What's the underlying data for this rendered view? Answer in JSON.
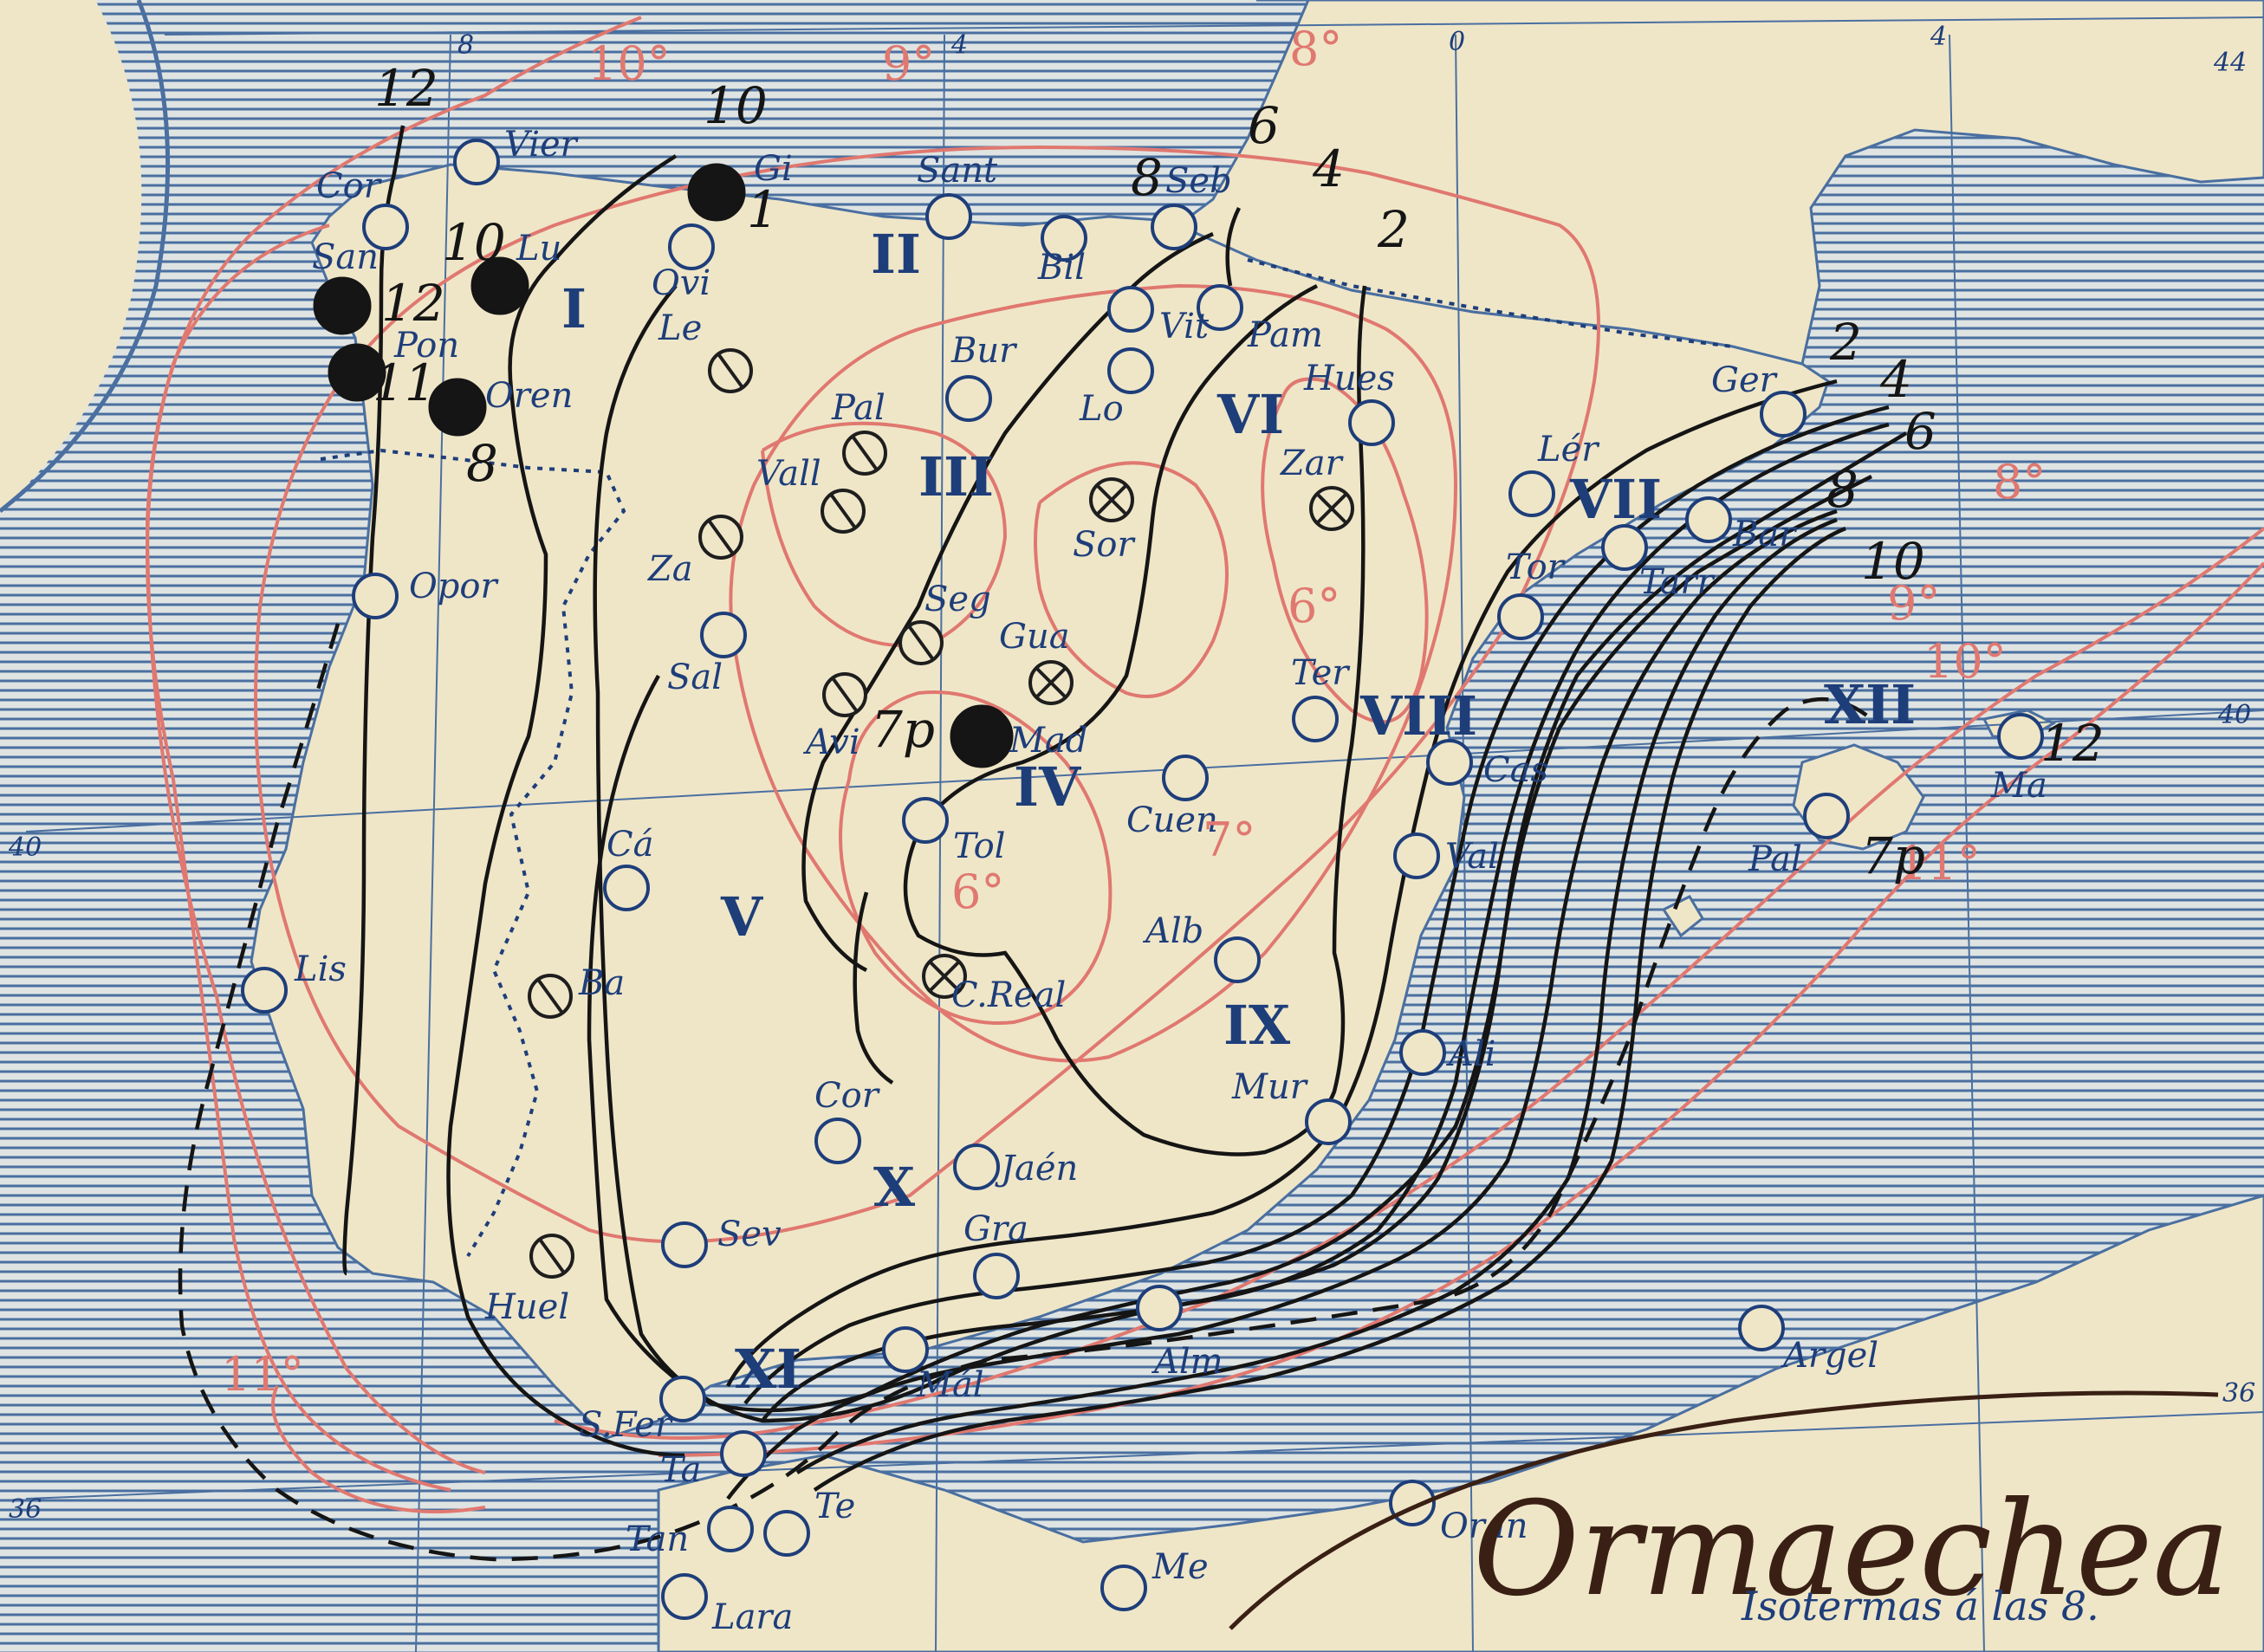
{
  "map": {
    "caption": "Isotermas á las 8.",
    "signature": "Ormaechea",
    "colors": {
      "sea_lines": "#4a6fa0",
      "land": "#efe6c8",
      "red_isotherm": "#e07870",
      "black_isotherm": "#151515",
      "station": "#1e3e7a"
    },
    "coordinates": {
      "top": [
        "8",
        "4",
        "0",
        "4",
        "44"
      ],
      "right": [
        "40",
        "36"
      ],
      "left": [
        "40",
        "36"
      ]
    },
    "regions": [
      "I",
      "II",
      "III",
      "IV",
      "V",
      "VI",
      "VII",
      "VIII",
      "IX",
      "X",
      "XI",
      "XII"
    ],
    "black_isotherm_labels": [
      "12",
      "10",
      "10",
      "12",
      "11",
      "8",
      "8",
      "6",
      "4",
      "2",
      "2",
      "4",
      "6",
      "8",
      "10",
      "12",
      "1",
      "7p",
      "7p"
    ],
    "red_isotherm_labels": [
      "10°",
      "9°",
      "8°",
      "6°",
      "6°",
      "7°",
      "9°",
      "10°",
      "11°",
      "11°",
      "8°"
    ],
    "stations": [
      {
        "name": "Cor",
        "symbol": "open"
      },
      {
        "name": "Vier",
        "symbol": "open"
      },
      {
        "name": "Gi",
        "symbol": "filled"
      },
      {
        "name": "Sant",
        "symbol": "open"
      },
      {
        "name": "Seb",
        "symbol": "open"
      },
      {
        "name": "San",
        "symbol": "filled"
      },
      {
        "name": "Lu",
        "symbol": "filled"
      },
      {
        "name": "Ovi",
        "symbol": "open"
      },
      {
        "name": "Bil",
        "symbol": "open"
      },
      {
        "name": "Vit",
        "symbol": "open"
      },
      {
        "name": "Pam",
        "symbol": "open"
      },
      {
        "name": "Pon",
        "symbol": "filled"
      },
      {
        "name": "Oren",
        "symbol": "filled"
      },
      {
        "name": "Le",
        "symbol": "slash"
      },
      {
        "name": "Bur",
        "symbol": "open"
      },
      {
        "name": "Pal",
        "symbol": "slash"
      },
      {
        "name": "Lo",
        "symbol": "open"
      },
      {
        "name": "Hues",
        "symbol": "open"
      },
      {
        "name": "Ger",
        "symbol": "open"
      },
      {
        "name": "Vall",
        "symbol": "slash"
      },
      {
        "name": "Sor",
        "symbol": "cross"
      },
      {
        "name": "Zar",
        "symbol": "cross"
      },
      {
        "name": "Lér",
        "symbol": "open"
      },
      {
        "name": "Opor",
        "symbol": "open"
      },
      {
        "name": "Za",
        "symbol": "slash"
      },
      {
        "name": "Seg",
        "symbol": "slash"
      },
      {
        "name": "Gua",
        "symbol": "cross"
      },
      {
        "name": "Tor",
        "symbol": "open"
      },
      {
        "name": "Tarr",
        "symbol": "open"
      },
      {
        "name": "Bar",
        "symbol": "open"
      },
      {
        "name": "Sal",
        "symbol": "open"
      },
      {
        "name": "Avi",
        "symbol": "slash"
      },
      {
        "name": "Mad",
        "symbol": "filled"
      },
      {
        "name": "Ter",
        "symbol": "open"
      },
      {
        "name": "Cas",
        "symbol": "open"
      },
      {
        "name": "Ma",
        "symbol": "open"
      },
      {
        "name": "Cuen",
        "symbol": "open"
      },
      {
        "name": "Tol",
        "symbol": "open"
      },
      {
        "name": "Cá",
        "symbol": "open"
      },
      {
        "name": "Val",
        "symbol": "open"
      },
      {
        "name": "Pal",
        "symbol": "open"
      },
      {
        "name": "Lis",
        "symbol": "open"
      },
      {
        "name": "Ba",
        "symbol": "slash"
      },
      {
        "name": "Alb",
        "symbol": "open"
      },
      {
        "name": "C.Real",
        "symbol": "cross"
      },
      {
        "name": "Ali",
        "symbol": "open"
      },
      {
        "name": "Mur",
        "symbol": "open"
      },
      {
        "name": "Cor",
        "symbol": "open"
      },
      {
        "name": "Jaén",
        "symbol": "open"
      },
      {
        "name": "Sev",
        "symbol": "open"
      },
      {
        "name": "Gra",
        "symbol": "open"
      },
      {
        "name": "Huel",
        "symbol": "slash"
      },
      {
        "name": "Alm",
        "symbol": "open"
      },
      {
        "name": "Mál",
        "symbol": "open"
      },
      {
        "name": "Argel",
        "symbol": "open"
      },
      {
        "name": "S.Fer",
        "symbol": "open"
      },
      {
        "name": "Ta",
        "symbol": "open"
      },
      {
        "name": "Oran",
        "symbol": "open"
      },
      {
        "name": "Tan",
        "symbol": "open"
      },
      {
        "name": "Te",
        "symbol": "open"
      },
      {
        "name": "Me",
        "symbol": "open"
      },
      {
        "name": "Lara",
        "symbol": "open"
      }
    ]
  }
}
